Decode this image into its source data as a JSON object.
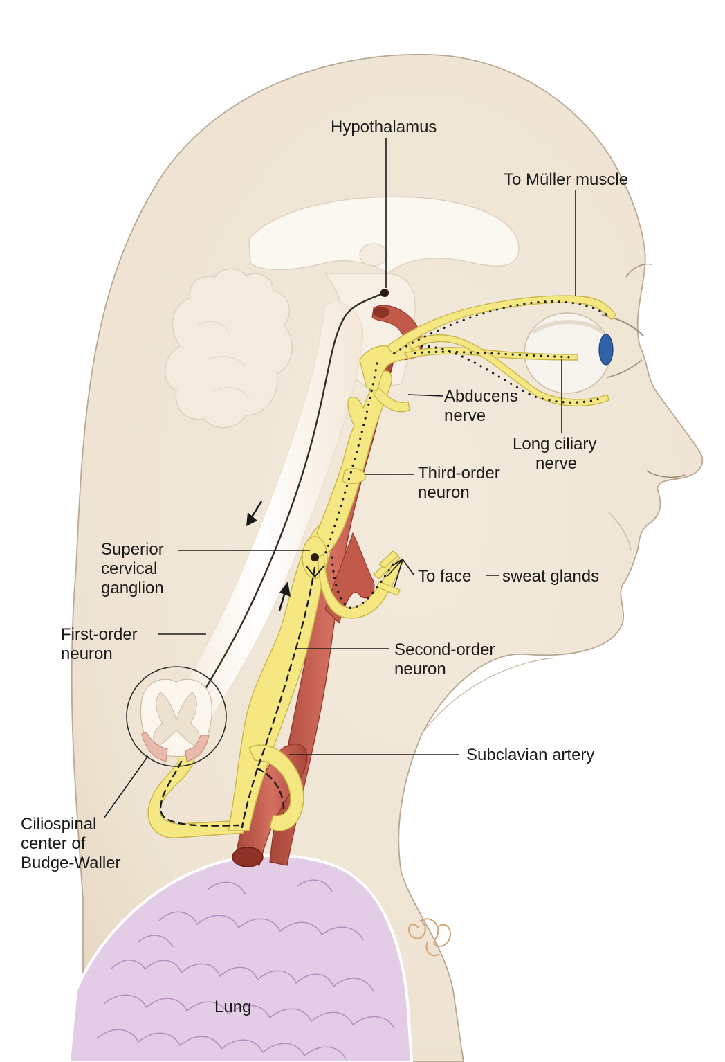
{
  "labels": {
    "hypothalamus": "Hypothalamus",
    "muller": "To Müller muscle",
    "abducens_1": "Abducens",
    "abducens_2": "nerve",
    "long_ciliary_1": "Long ciliary",
    "long_ciliary_2": "nerve",
    "third_order_1": "Third-order",
    "third_order_2": "neuron",
    "superior_1": "Superior",
    "superior_2": "cervical",
    "superior_3": "ganglion",
    "to_face": "To face",
    "sweat_glands": "sweat glands",
    "first_order_1": "First-order",
    "first_order_2": "neuron",
    "second_order_1": "Second-order",
    "second_order_2": "neuron",
    "subclavian": "Subclavian artery",
    "ciliospinal_1": "Ciliospinal",
    "ciliospinal_2": "center of",
    "ciliospinal_3": "Budge-Waller",
    "lung": "Lung"
  },
  "colors": {
    "skin": "#efe4d3",
    "skin_outline": "#b8a894",
    "brain_white": "#fbf8f2",
    "nerve_yellow": "#f5e883",
    "nerve_outline": "#c9b64a",
    "artery": "#c25a4a",
    "artery_dark": "#8d3226",
    "lung": "#e3cde6",
    "lung_line": "#b690bf",
    "iris": "#2f62a8",
    "signature": "#d4a373"
  },
  "icons": {
    "pathway_arrow_down": "arrow-down-left-icon",
    "pathway_arrow_up": "arrow-up-icon",
    "artist_signature": "signature-icon"
  }
}
